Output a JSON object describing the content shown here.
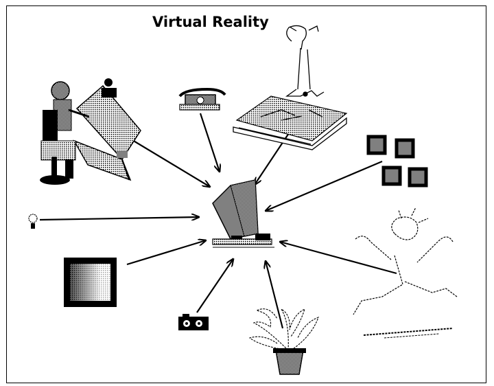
{
  "title": "Virtual Reality",
  "colors": {
    "ink": "#000000",
    "dither": "#7f7f7f",
    "background": "#ffffff"
  },
  "nodes": [
    {
      "name": "computer",
      "icon": "computer-icon",
      "role": "center"
    },
    {
      "name": "drafter",
      "icon": "drafter-at-drafting-table-icon"
    },
    {
      "name": "telephone",
      "icon": "telephone-icon"
    },
    {
      "name": "reader",
      "icon": "man-reading-at-desk-icon"
    },
    {
      "name": "blocks",
      "icon": "four-squares-icon"
    },
    {
      "name": "light",
      "icon": "light-bulb-icon"
    },
    {
      "name": "monitor",
      "icon": "gradient-screen-icon"
    },
    {
      "name": "dancer",
      "icon": "running-figure-icon"
    },
    {
      "name": "camera",
      "icon": "camera-icon"
    },
    {
      "name": "plant",
      "icon": "potted-plant-icon"
    }
  ]
}
